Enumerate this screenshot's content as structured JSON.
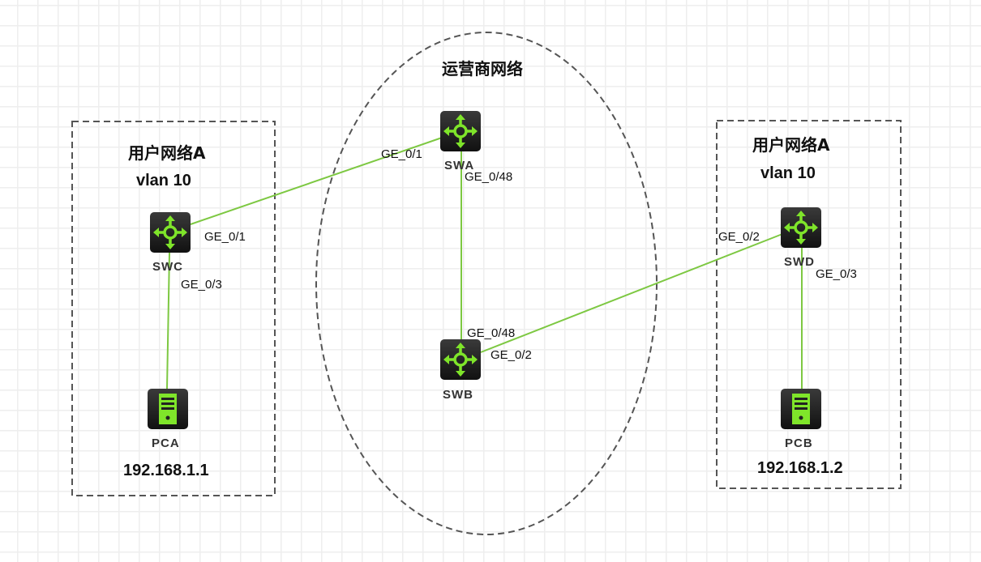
{
  "colors": {
    "link": "#7dc842",
    "icon_green": "#7fe52a",
    "icon_bg": "#1e1e1e",
    "grid": "#eeeeee",
    "dash": "#555555"
  },
  "carrier": {
    "title": "运营商网络"
  },
  "left_zone": {
    "title": "用户网络A",
    "vlan": "vlan 10",
    "ip": "192.168.1.1"
  },
  "right_zone": {
    "title": "用户网络A",
    "vlan": "vlan 10",
    "ip": "192.168.1.2"
  },
  "devices": {
    "swa": "SWA",
    "swb": "SWB",
    "swc": "SWC",
    "swd": "SWD",
    "pca": "PCA",
    "pcb": "PCB"
  },
  "ports": {
    "swa_1": "GE_0/1",
    "swa_48": "GE_0/48",
    "swb_48": "GE_0/48",
    "swb_2": "GE_0/2",
    "swc_1": "GE_0/1",
    "swc_3": "GE_0/3",
    "swd_2": "GE_0/2",
    "swd_3": "GE_0/3"
  }
}
